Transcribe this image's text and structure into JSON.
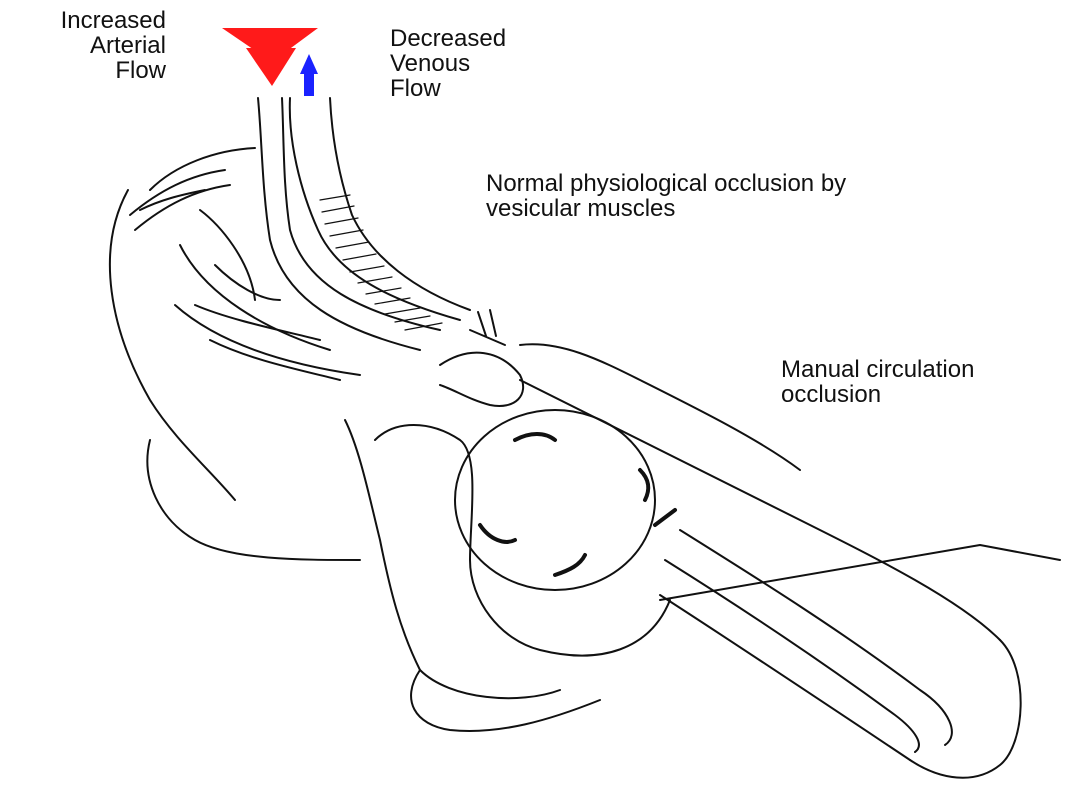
{
  "labels": {
    "arterial": {
      "lines": [
        "Increased",
        "Arterial",
        "Flow"
      ]
    },
    "venous": {
      "lines": [
        "Decreased",
        "Venous",
        "Flow"
      ]
    },
    "physiological": {
      "lines": [
        "Normal physiological occlusion by",
        "vesicular muscles"
      ]
    },
    "manual": {
      "lines": [
        "Manual circulation",
        "occlusion"
      ]
    }
  },
  "colors": {
    "arterial_arrow": "#ff1a1a",
    "venous_arrow": "#1a22ff",
    "line_art": "#111111",
    "background": "#ffffff"
  }
}
